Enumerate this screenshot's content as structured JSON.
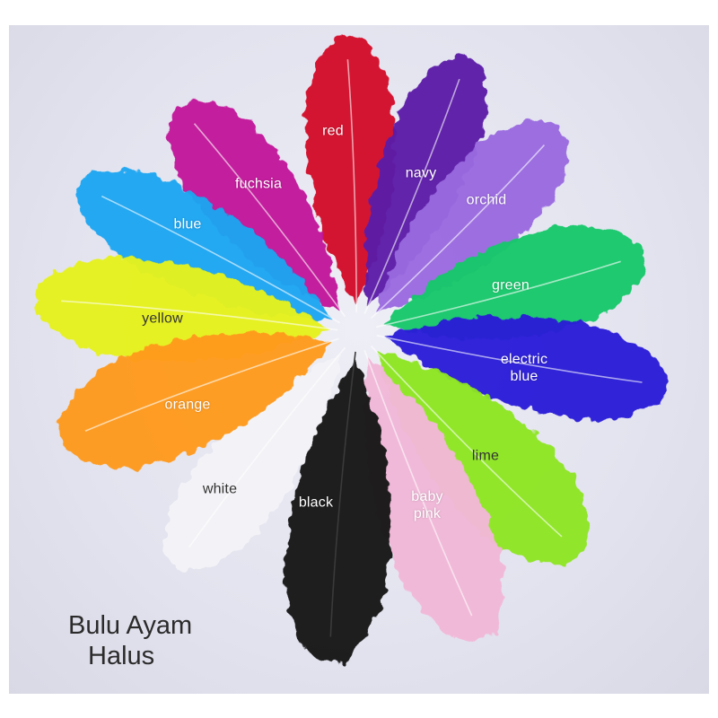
{
  "colors": {
    "background": "#e4e4ef",
    "red": "#d4112a",
    "fuchsia": "#c2159a",
    "navy": "#5b1fa8",
    "orchid": "#9a6ae0",
    "green": "#17c86a",
    "electric_blue": "#2a1fd8",
    "lime": "#8ee624",
    "baby_pink": "#f2b8d8",
    "black": "#141414",
    "white": "#f4f4f8",
    "orange": "#ff9a1a",
    "yellow": "#e6f21a",
    "blue": "#1aa6f2"
  },
  "feathers": [
    {
      "id": "red",
      "color": "#d4112a"
    },
    {
      "id": "navy",
      "color": "#5b1fa8"
    },
    {
      "id": "orchid",
      "color": "#9a6ae0"
    },
    {
      "id": "green",
      "color": "#17c86a"
    },
    {
      "id": "electric_blue",
      "color": "#2a1fd8"
    },
    {
      "id": "lime",
      "color": "#8ee624"
    },
    {
      "id": "baby_pink",
      "color": "#f2b8d8"
    },
    {
      "id": "black",
      "color": "#141414"
    },
    {
      "id": "white",
      "color": "#f4f4f8"
    },
    {
      "id": "orange",
      "color": "#ff9a1a"
    },
    {
      "id": "yellow",
      "color": "#e6f21a"
    },
    {
      "id": "blue",
      "color": "#1aa6f2"
    },
    {
      "id": "fuchsia",
      "color": "#c2159a"
    }
  ],
  "labels": {
    "red": "red",
    "fuchsia": "fuchsia",
    "navy": "navy",
    "orchid": "orchid",
    "blue": "blue",
    "green": "green",
    "yellow": "yellow",
    "electric_blue_line1": "electric",
    "electric_blue_line2": "blue",
    "orange": "orange",
    "lime": "lime",
    "white": "white",
    "black": "black",
    "baby_pink_line1": "baby",
    "baby_pink_line2": "pink"
  },
  "caption": {
    "line1": "Bulu Ayam",
    "line2": "Halus"
  }
}
